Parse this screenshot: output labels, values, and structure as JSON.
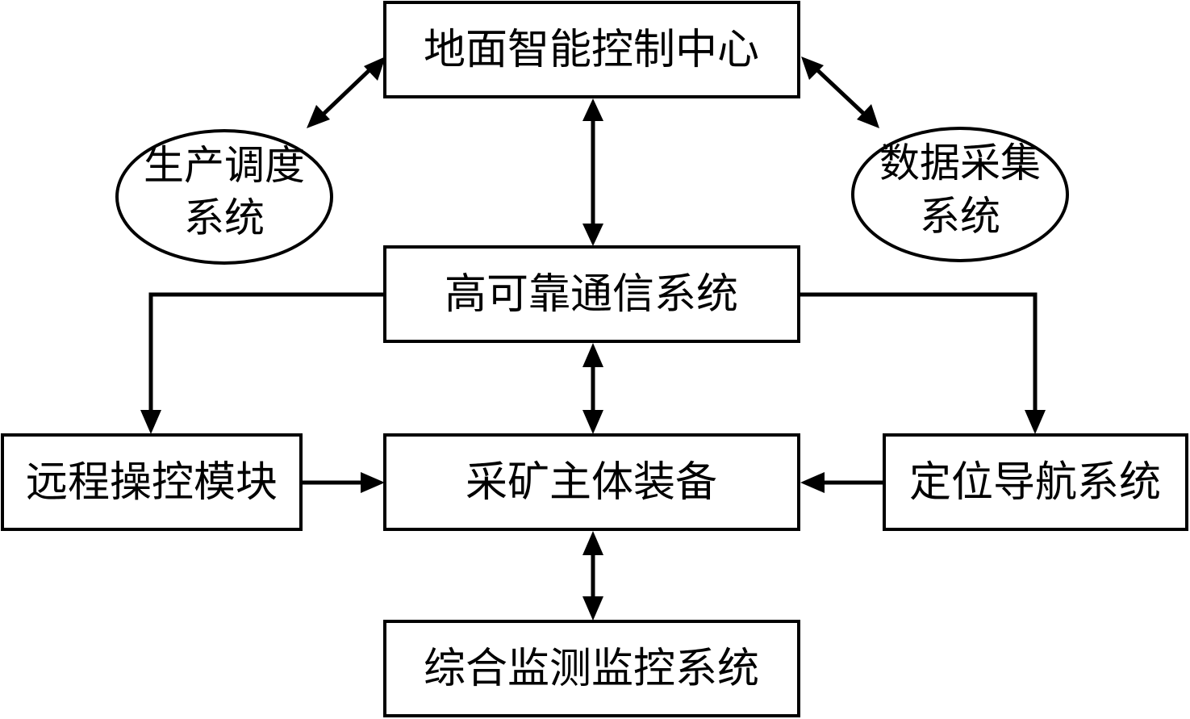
{
  "nodes": {
    "ground_control": {
      "label": "地面智能控制中心"
    },
    "production_dispatch": {
      "line1": "生产调度",
      "line2": "系统"
    },
    "data_collection": {
      "line1": "数据采集",
      "line2": "系统"
    },
    "communication": {
      "label": "高可靠通信系统"
    },
    "remote_control": {
      "label": "远程操控模块"
    },
    "mining_equipment": {
      "label": "采矿主体装备"
    },
    "positioning": {
      "label": "定位导航系统"
    },
    "monitoring": {
      "label": "综合监测监控系统"
    }
  },
  "edges": [
    {
      "from": "production_dispatch",
      "to": "ground_control",
      "direction": "both"
    },
    {
      "from": "ground_control",
      "to": "data_collection",
      "direction": "both"
    },
    {
      "from": "ground_control",
      "to": "communication",
      "direction": "both"
    },
    {
      "from": "communication",
      "to": "remote_control",
      "direction": "forward"
    },
    {
      "from": "communication",
      "to": "positioning",
      "direction": "forward"
    },
    {
      "from": "communication",
      "to": "mining_equipment",
      "direction": "both"
    },
    {
      "from": "remote_control",
      "to": "mining_equipment",
      "direction": "forward"
    },
    {
      "from": "positioning",
      "to": "mining_equipment",
      "direction": "forward"
    },
    {
      "from": "mining_equipment",
      "to": "monitoring",
      "direction": "both"
    }
  ],
  "colors": {
    "stroke": "#000000",
    "fill": "#ffffff",
    "text": "#000000"
  }
}
